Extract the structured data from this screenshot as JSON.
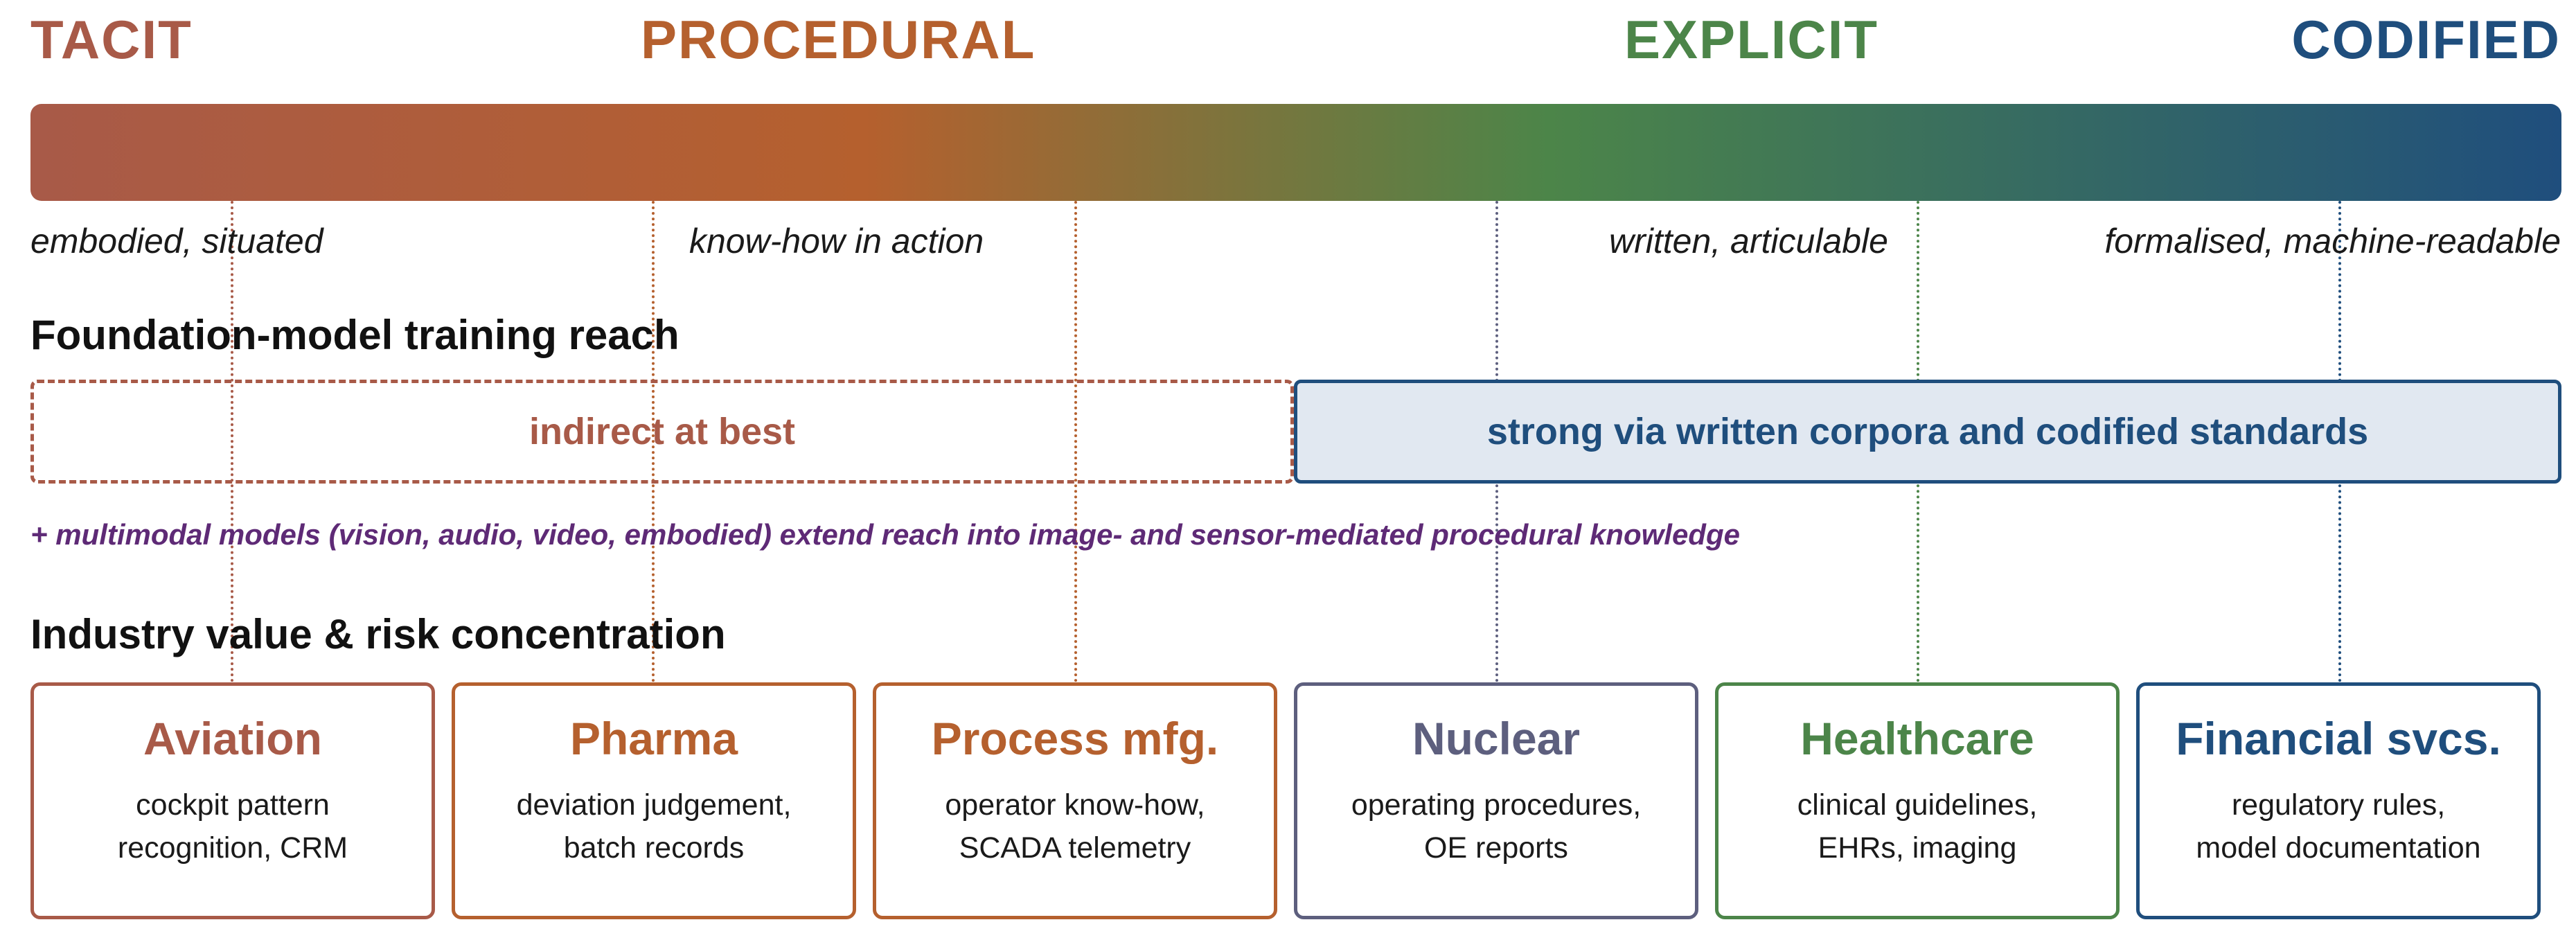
{
  "colors": {
    "tacit": "#a85a48",
    "procedural": "#b5602e",
    "explicit": "#4c8549",
    "codified": "#1f4e7d",
    "nuclear": "#5d5f7e",
    "reach_fill": "#e1e8f1",
    "multimodal_note": "#5e2a76"
  },
  "spectrum": {
    "stages": [
      "TACIT",
      "PROCEDURAL",
      "EXPLICIT",
      "CODIFIED"
    ],
    "descriptors": [
      "embodied, situated",
      "know-how in action",
      "written, articulable",
      "formalised, machine-readable"
    ]
  },
  "training_reach": {
    "heading": "Foundation-model training reach",
    "indirect_label": "indirect at best",
    "strong_label": "strong via written corpora and codified standards",
    "multimodal_note": "+ multimodal models (vision, audio, video, embodied) extend reach into image- and sensor-mediated procedural knowledge"
  },
  "industries": {
    "heading": "Industry value & risk concentration",
    "cards": [
      {
        "name": "Aviation",
        "desc": [
          "cockpit pattern",
          "recognition, CRM"
        ],
        "color": "#a85a48"
      },
      {
        "name": "Pharma",
        "desc": [
          "deviation judgement,",
          "batch records"
        ],
        "color": "#b5602e"
      },
      {
        "name": "Process mfg.",
        "desc": [
          "operator know-how,",
          "SCADA telemetry"
        ],
        "color": "#b5602e"
      },
      {
        "name": "Nuclear",
        "desc": [
          "operating procedures,",
          "OE reports"
        ],
        "color": "#5d5f7e"
      },
      {
        "name": "Healthcare",
        "desc": [
          "clinical guidelines,",
          "EHRs, imaging"
        ],
        "color": "#4c8549"
      },
      {
        "name": "Financial svcs.",
        "desc": [
          "regulatory rules,",
          "model documentation"
        ],
        "color": "#1f4e7d"
      }
    ]
  }
}
